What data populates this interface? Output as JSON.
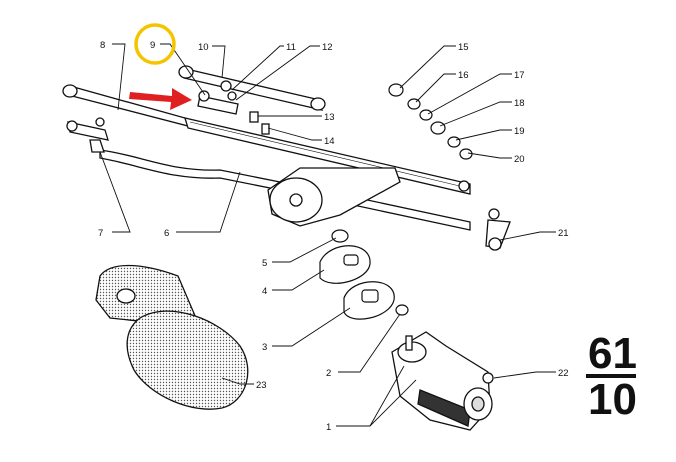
{
  "diagram": {
    "part_labels": {
      "p1": "1",
      "p2": "2",
      "p3": "3",
      "p4": "4",
      "p5": "5",
      "p6": "6",
      "p7": "7",
      "p8": "8",
      "p9": "9",
      "p10": "10",
      "p11": "11",
      "p12": "12",
      "p13": "13",
      "p14": "14",
      "p15": "15",
      "p16": "16",
      "p17": "17",
      "p18": "18",
      "p19": "19",
      "p20": "20",
      "p21": "21",
      "p22": "22",
      "p23": "23"
    },
    "section": {
      "top": "61",
      "bottom": "10"
    }
  },
  "colors": {
    "ink": "#111111",
    "highlight_circle": "#f5c400",
    "arrow": "#e02020",
    "motor_shade": "#dcdcdc"
  }
}
